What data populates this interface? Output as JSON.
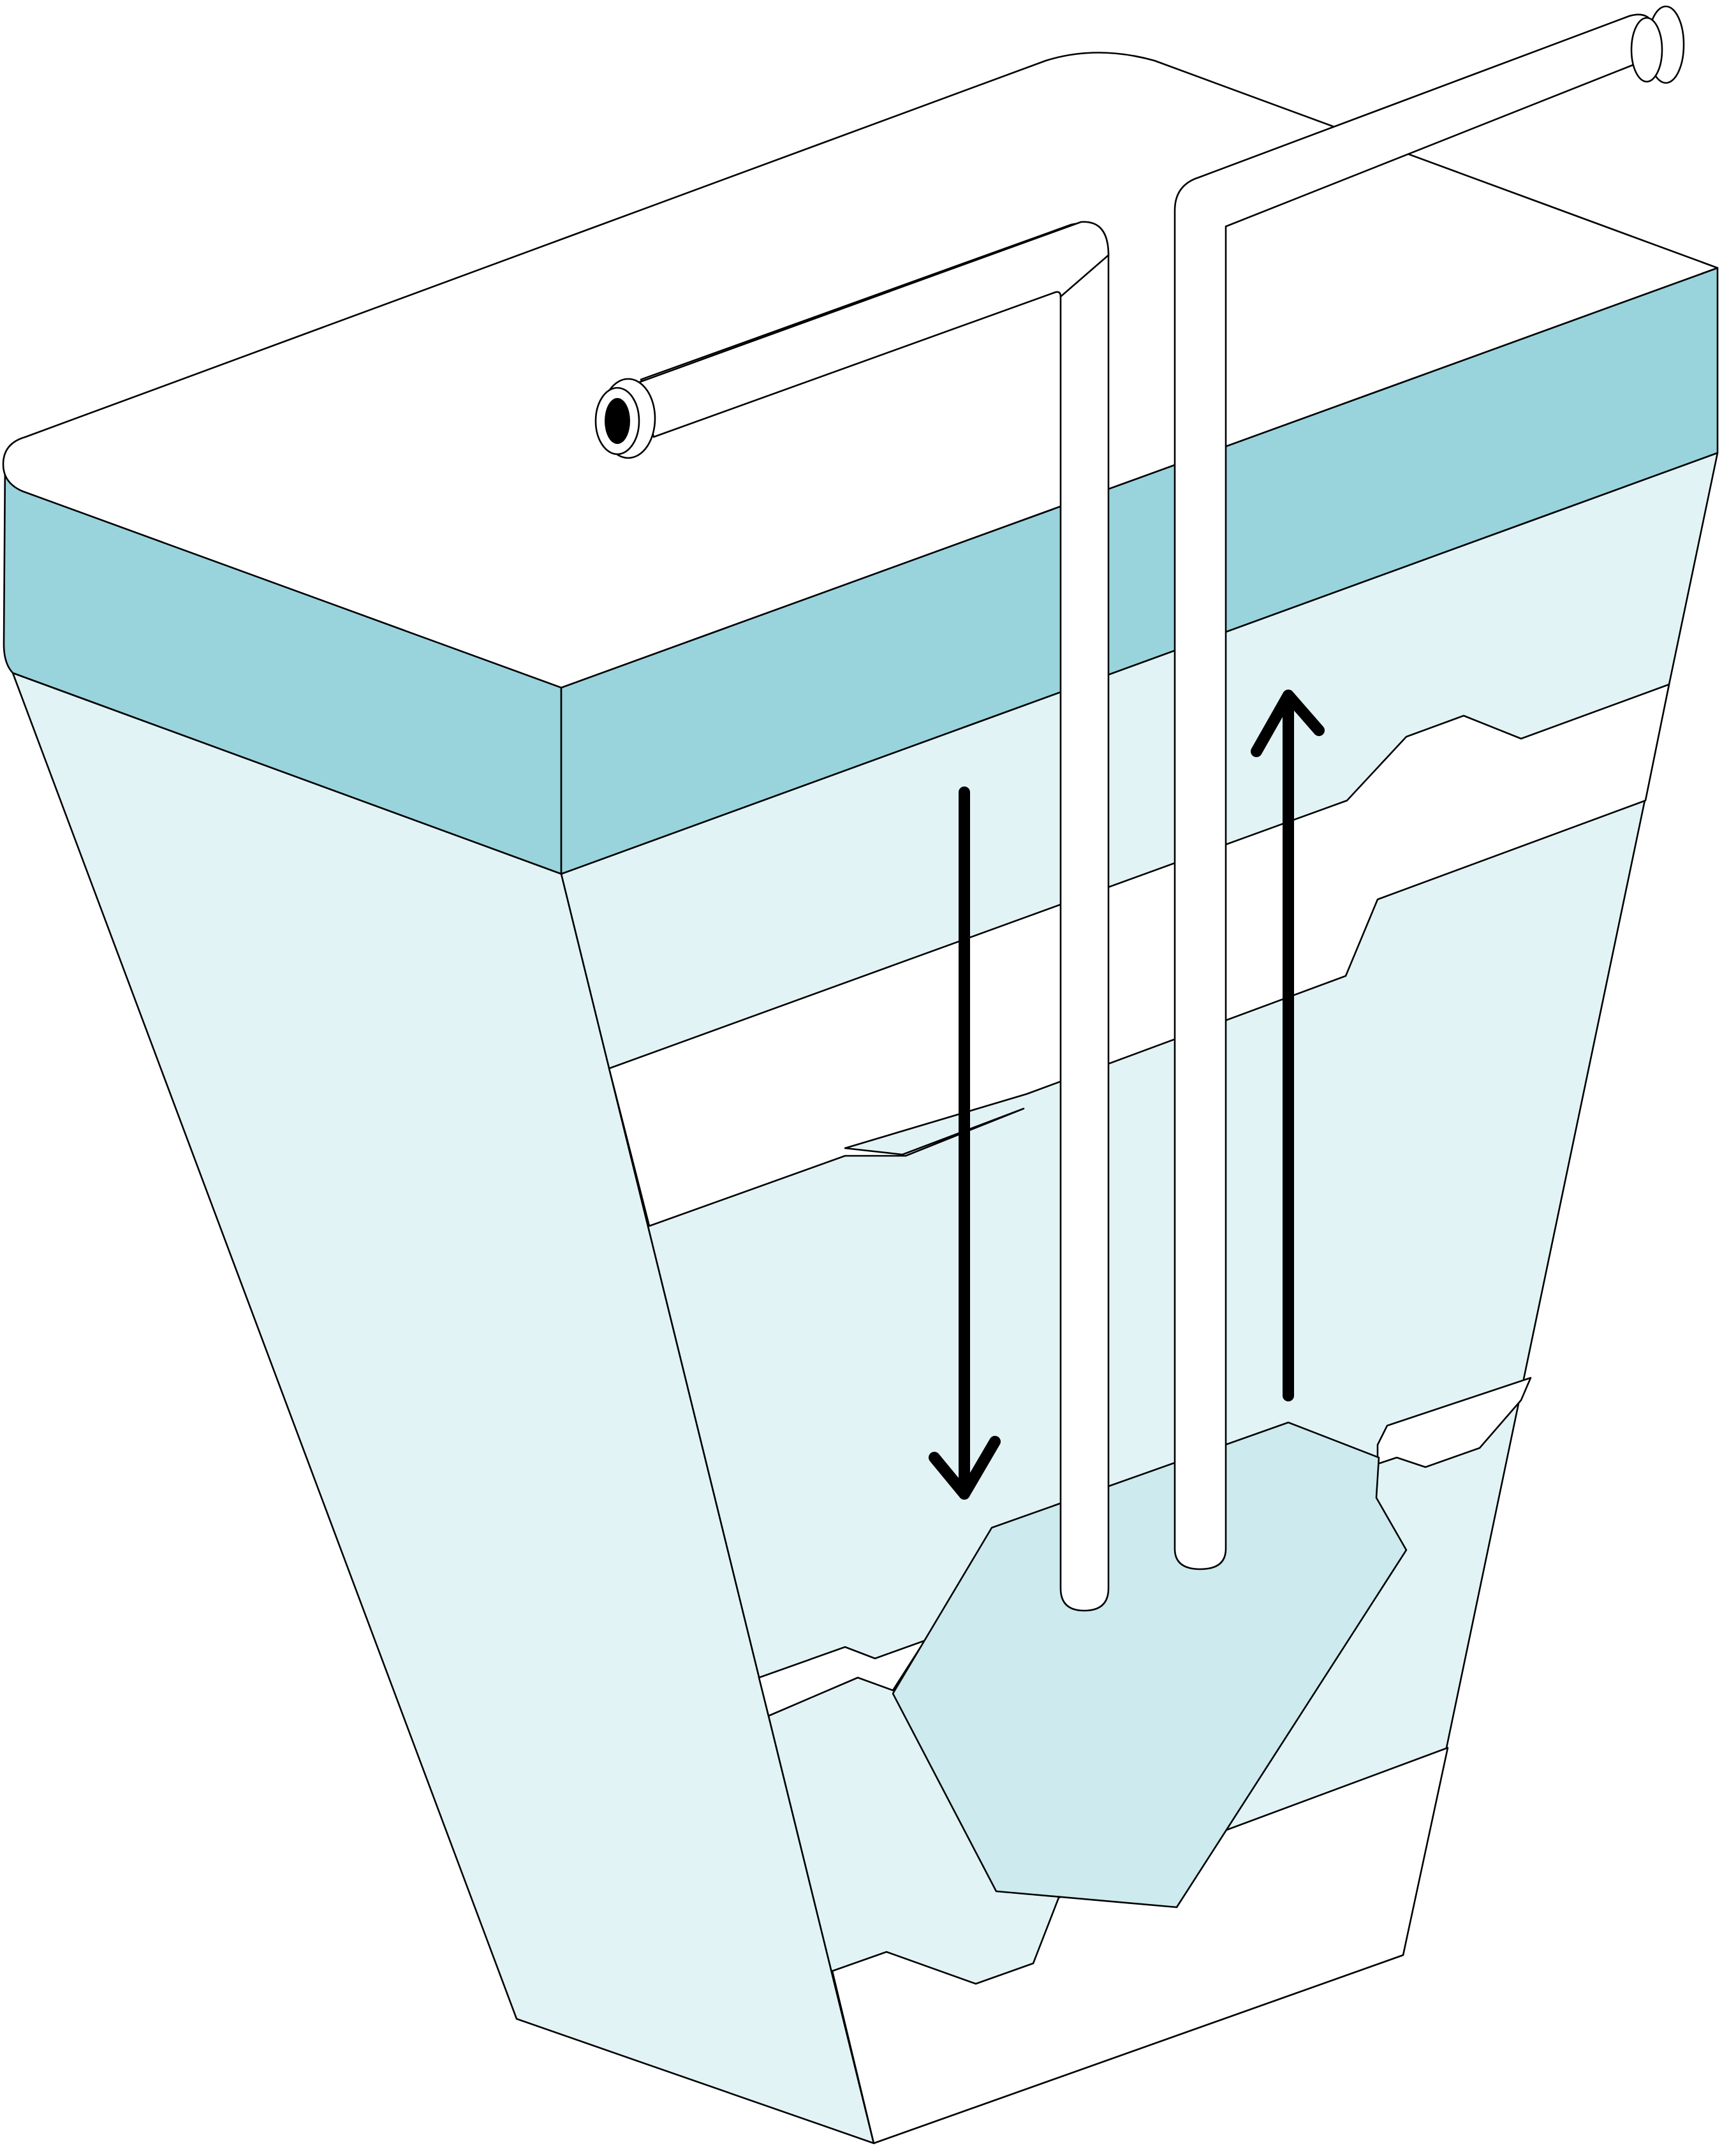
{
  "diagram": {
    "title": "",
    "labels": [],
    "components": {
      "cap": "cap-layer",
      "cavity_top": "cavity-top",
      "cavity_bottom": "cavity-bottom",
      "cave": "cave",
      "injection_pipe": "injection-pipe",
      "production_pipe": "production-pipe",
      "arrow_down": "flow-arrow-down",
      "arrow_up": "flow-arrow-up"
    },
    "colors": {
      "salt_layer": "#e2f3f6",
      "cap_layer": "#99d4dd",
      "cave": "#cdeaee",
      "surface": "#ffffff",
      "outline": "#000000"
    }
  }
}
